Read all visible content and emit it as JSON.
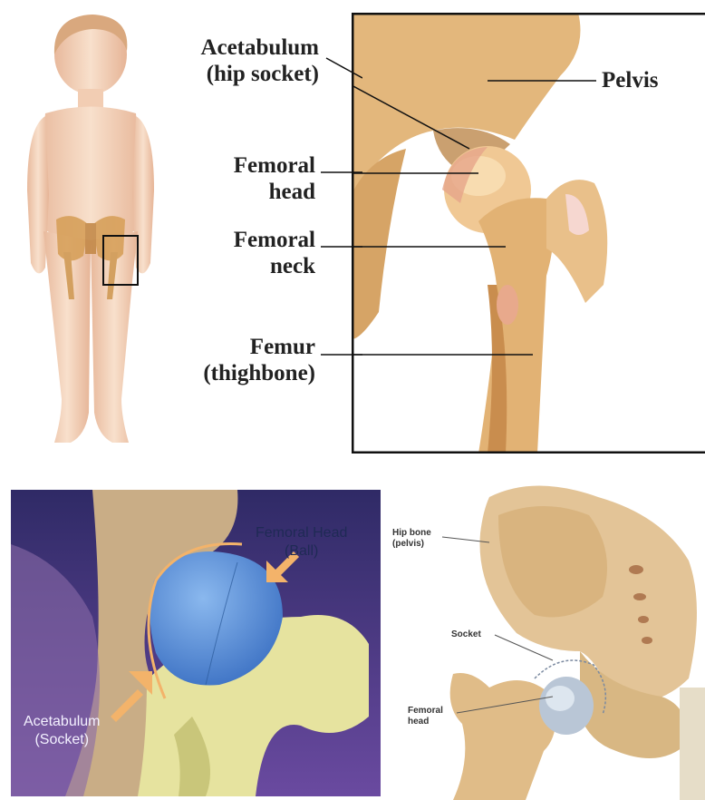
{
  "top_right": {
    "labels": {
      "acetabulum": [
        "Acetabulum",
        "(hip socket)"
      ],
      "pelvis": "Pelvis",
      "femoral_head": [
        "Femoral",
        "head"
      ],
      "femoral_neck": [
        "Femoral",
        "neck"
      ],
      "femur": [
        "Femur",
        "(thighbone)"
      ]
    }
  },
  "bottom_left": {
    "labels": {
      "femoral_head": [
        "Femoral Head",
        "(Ball)"
      ],
      "acetabulum": [
        "Acetabulum",
        "(Socket)"
      ]
    },
    "colors": {
      "background": "#3b2f6e",
      "ball": "#5a8ed6",
      "bone": "#e9e6a5",
      "highlight": "#f3b36a"
    }
  },
  "bottom_right": {
    "labels": {
      "hip_bone": [
        "Hip bone",
        "(pelvis)"
      ],
      "socket": "Socket",
      "femoral_head": [
        "Femoral",
        "head"
      ]
    }
  },
  "colors": {
    "bone": "#e6c48a",
    "bone_dark": "#b8864a",
    "skin": "#f6d9c2",
    "frame": "#111111"
  }
}
